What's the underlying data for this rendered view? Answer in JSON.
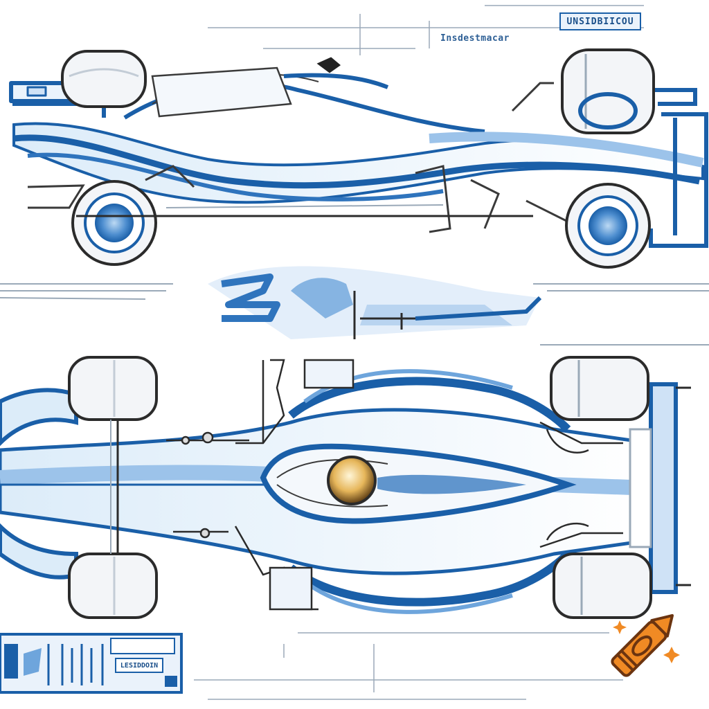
{
  "drawing": {
    "title_block": "UNSIDBIICOU",
    "subtitle": "Insdestmacar",
    "panel_label": "LESIDDOIN"
  },
  "colors": {
    "primary_blue": "#1a5fa8",
    "light_blue": "#9cc3ea",
    "pale_blue": "#dcecf9",
    "ink_gray": "#3a3a3a",
    "crayon_orange": "#f08a24",
    "crayon_dark": "#6b3410"
  },
  "icons": {
    "watermark": "crayon-logo-icon"
  }
}
